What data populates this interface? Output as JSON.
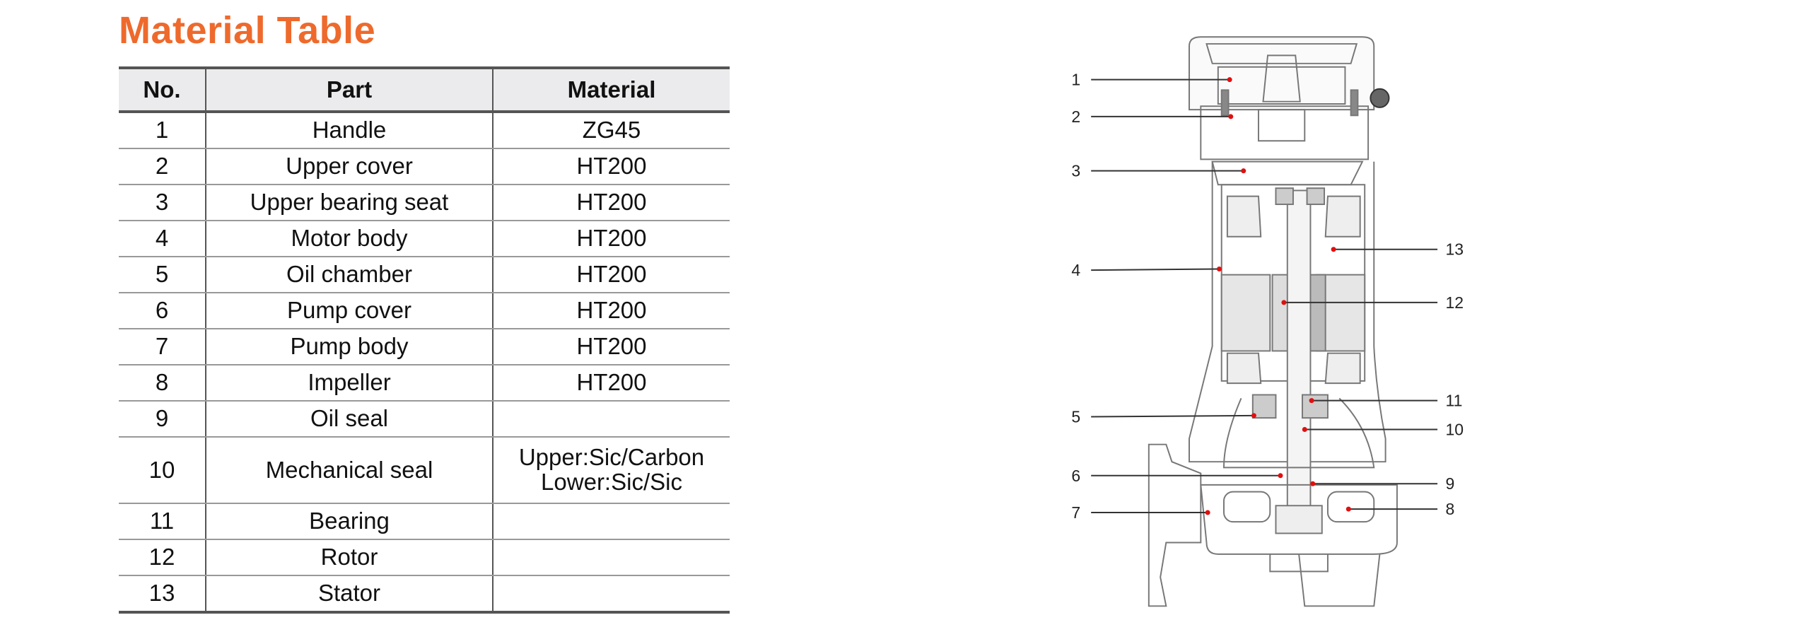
{
  "title": "Material Table",
  "table": {
    "headers": [
      "No.",
      "Part",
      "Material"
    ],
    "rows": [
      {
        "no": "1",
        "part": "Handle",
        "material": "ZG45"
      },
      {
        "no": "2",
        "part": "Upper cover",
        "material": "HT200"
      },
      {
        "no": "3",
        "part": "Upper bearing seat",
        "material": "HT200"
      },
      {
        "no": "4",
        "part": "Motor body",
        "material": "HT200"
      },
      {
        "no": "5",
        "part": "Oil chamber",
        "material": "HT200"
      },
      {
        "no": "6",
        "part": "Pump cover",
        "material": "HT200"
      },
      {
        "no": "7",
        "part": "Pump body",
        "material": "HT200"
      },
      {
        "no": "8",
        "part": "Impeller",
        "material": "HT200"
      },
      {
        "no": "9",
        "part": "Oil seal",
        "material": ""
      },
      {
        "no": "10",
        "part": "Mechanical seal",
        "material": "Upper:Sic/Carbon",
        "material2": "Lower:Sic/Sic"
      },
      {
        "no": "11",
        "part": "Bearing",
        "material": ""
      },
      {
        "no": "12",
        "part": "Rotor",
        "material": ""
      },
      {
        "no": "13",
        "part": "Stator",
        "material": ""
      }
    ]
  },
  "diagram": {
    "left_labels": [
      "1",
      "2",
      "3",
      "4",
      "5",
      "6",
      "7"
    ],
    "right_labels": [
      "13",
      "12",
      "11",
      "10",
      "9",
      "8"
    ]
  },
  "colors": {
    "title": "#ee6a2c",
    "marker": "#e01010",
    "header_bg": "#ebebed"
  }
}
